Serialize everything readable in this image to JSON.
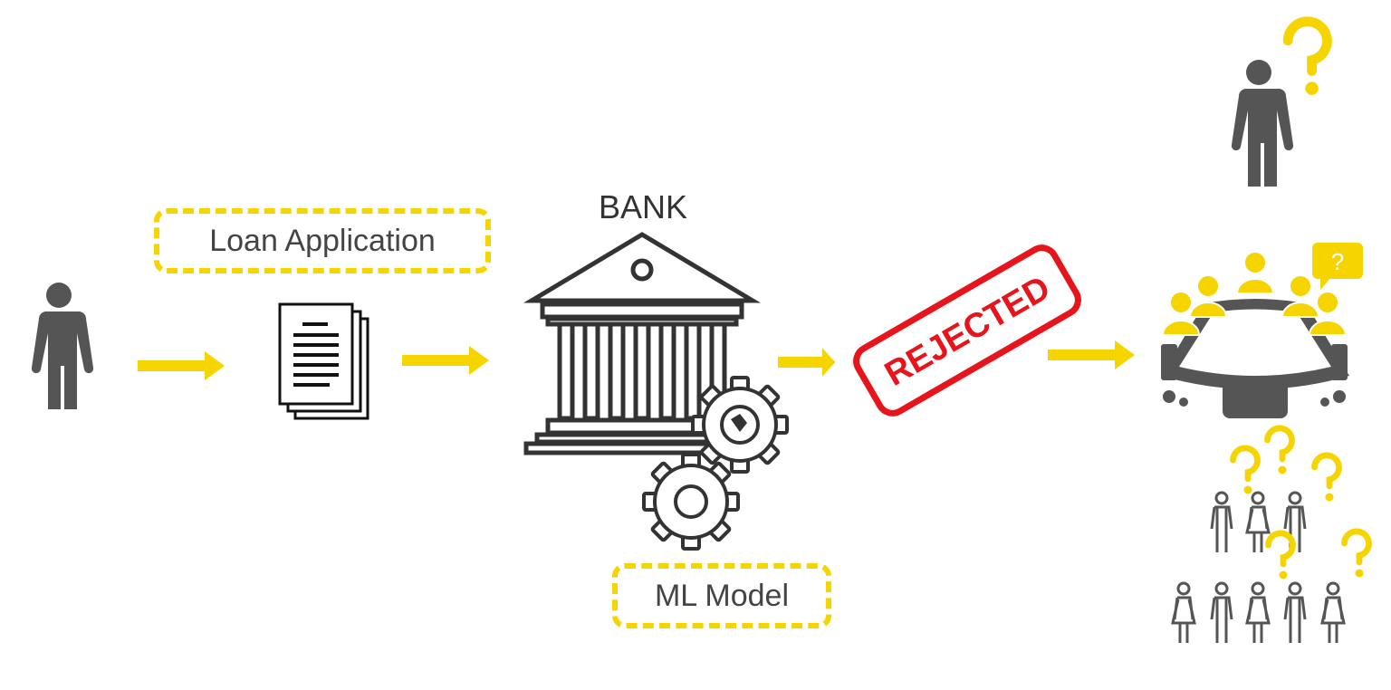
{
  "labels": {
    "loan_application": "Loan Application",
    "bank": "BANK",
    "ml_model": "ML Model",
    "stamp": "REJECTED",
    "speech_bubble": "?"
  },
  "colors": {
    "accent_yellow": "#f5d400",
    "figure_gray": "#555555",
    "line_dark": "#333333",
    "stamp_red": "#e8141c"
  },
  "icons": [
    "applicant-person-icon",
    "arrow-right-icon",
    "documents-icon",
    "bank-building-icon",
    "gears-icon",
    "rejected-stamp-icon",
    "confused-person-icon",
    "meeting-table-icon",
    "crowd-icon"
  ]
}
